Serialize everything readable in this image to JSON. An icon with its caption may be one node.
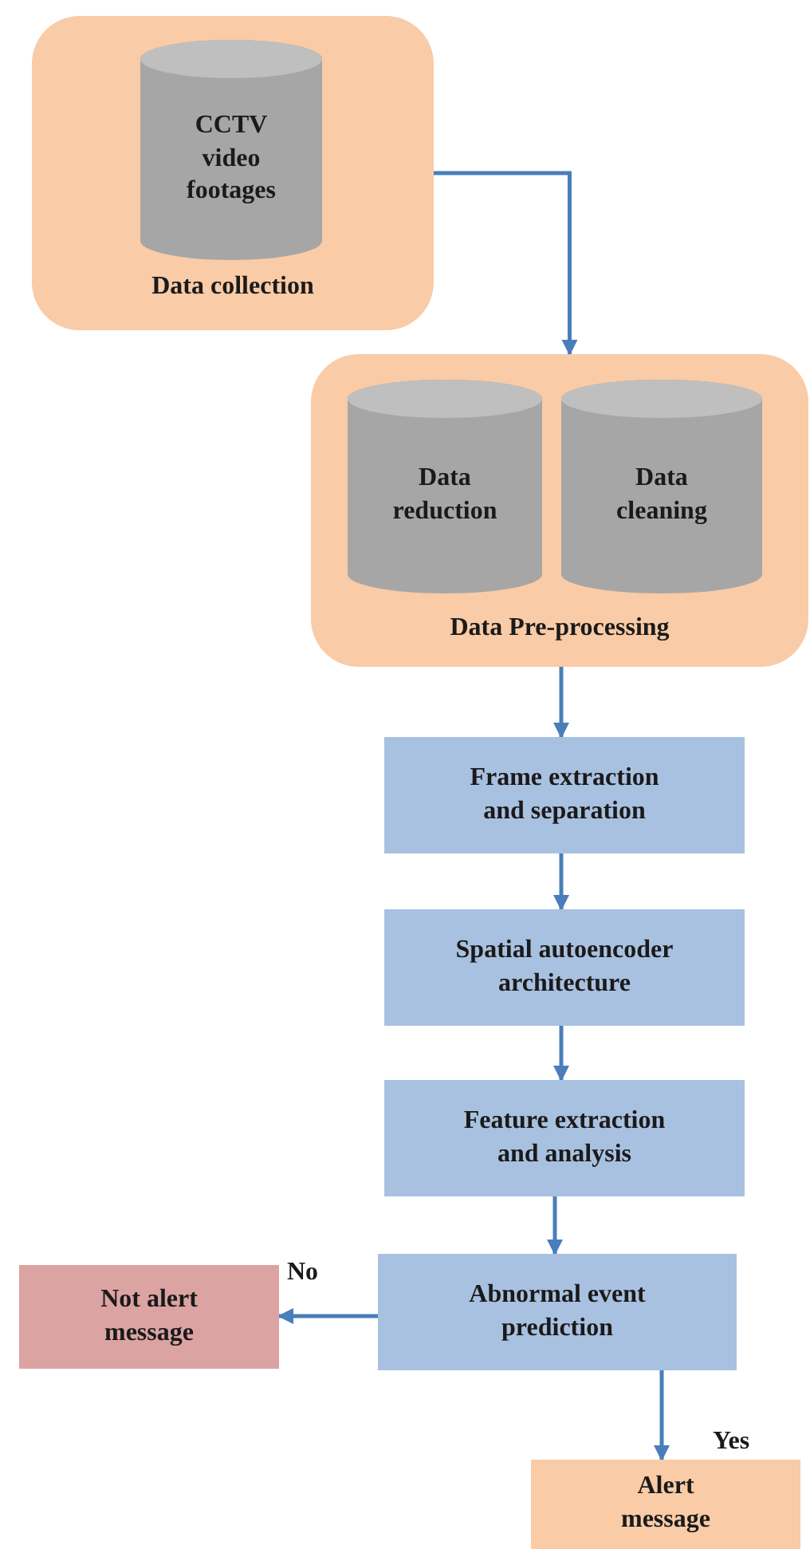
{
  "diagram": {
    "nodes": [
      {
        "text": [
          "Data collection"
        ]
      },
      {
        "text": [
          "CCTV video footages"
        ],
        "in": 0
      },
      {
        "text": [
          "Data Pre-processing"
        ]
      },
      {
        "text": [
          "Data reduction"
        ],
        "in": 2
      },
      {
        "text": [
          "Data cleaning"
        ],
        "in": 2
      },
      {
        "text": [
          "Frame extraction and separation"
        ]
      },
      {
        "text": [
          "Spatial autoencoder architecture"
        ]
      },
      {
        "text": [
          "Feature extraction and analysis"
        ]
      },
      {
        "text": [
          "Abnormal event prediction"
        ]
      },
      {
        "text": [
          "Not alert message"
        ]
      },
      {
        "text": [
          "Alert message"
        ]
      }
    ],
    "edges": [
      {
        "from": 0,
        "to": 2,
        "arrow": "to"
      },
      {
        "from": 2,
        "to": 5,
        "arrow": "to"
      },
      {
        "from": 5,
        "to": 6,
        "arrow": "to"
      },
      {
        "from": 6,
        "to": 7,
        "arrow": "to"
      },
      {
        "from": 7,
        "to": 8,
        "arrow": "to"
      },
      {
        "from": 8,
        "to": 9,
        "label": "No",
        "arrow": "to"
      },
      {
        "from": 8,
        "to": 10,
        "label": "Yes",
        "arrow": "to"
      }
    ]
  }
}
